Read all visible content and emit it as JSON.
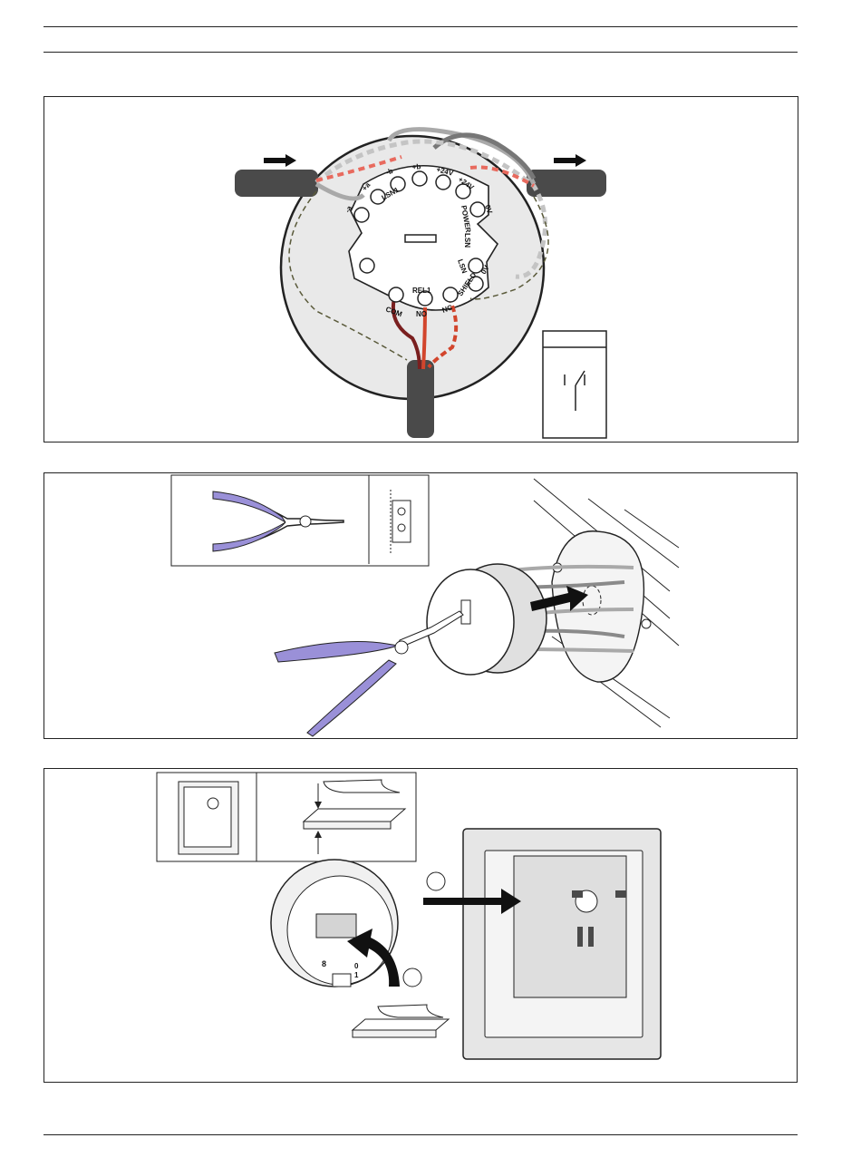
{
  "terminals": {
    "lsn_in_minus": "-a",
    "lsn_in_plus": "+a",
    "lsn_in_label": "LSN1",
    "lsn_out_minus": "-b",
    "lsn_out_plus": "+b",
    "power_in": "+24V",
    "power_out": "+24V",
    "power_label": "POWER",
    "zero_v_top": "0V",
    "zero_v_bottom": "0V",
    "lsn_section": "LSN",
    "lsn_short": "LSN",
    "shield": "SHIELD",
    "relay_label": "REL1",
    "com": "COM",
    "no": "NO",
    "nc": "NC"
  },
  "dip_switch": {
    "off": "0",
    "on": "1",
    "bank": "8"
  },
  "colors": {
    "line": "#222222",
    "cable": "#4a4a4a",
    "wire_grey": "#a9a9a9",
    "wire_red_dashed": "#e86a5e",
    "wire_dark_red": "#7a1f1f",
    "wire_orange": "#d2452c",
    "wire_olive_dashed": "#5a5a3a",
    "pliers_grip": "#9a90d8",
    "housing_fill": "#e8e8e8"
  },
  "icons": [
    "arrow-right-icon",
    "pliers-icon",
    "relay-contact-icon",
    "adhesive-pad-icon",
    "curved-arrow-icon"
  ]
}
